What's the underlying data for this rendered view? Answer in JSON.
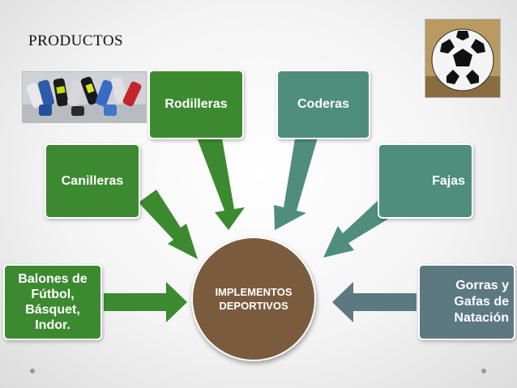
{
  "title": "PRODUCTOS",
  "center": "IMPLEMENTOS DEPORTIVOS",
  "items": {
    "balones": "Balones de Fútbol, Básquet, Indor.",
    "canilleras": "Canilleras",
    "rodilleras": "Rodilleras",
    "coderas": "Coderas",
    "fajas": "Fajas",
    "gorras": "Gorras  y Gafas de Natación"
  },
  "colors": {
    "green": "#3c8a2f",
    "teal": "#4f8e7d",
    "slate": "#5c7880",
    "center": "#7a5b3e"
  },
  "images": {
    "shin_guards": "shin-guards-photo",
    "ball": "soccer-ball-photo"
  }
}
